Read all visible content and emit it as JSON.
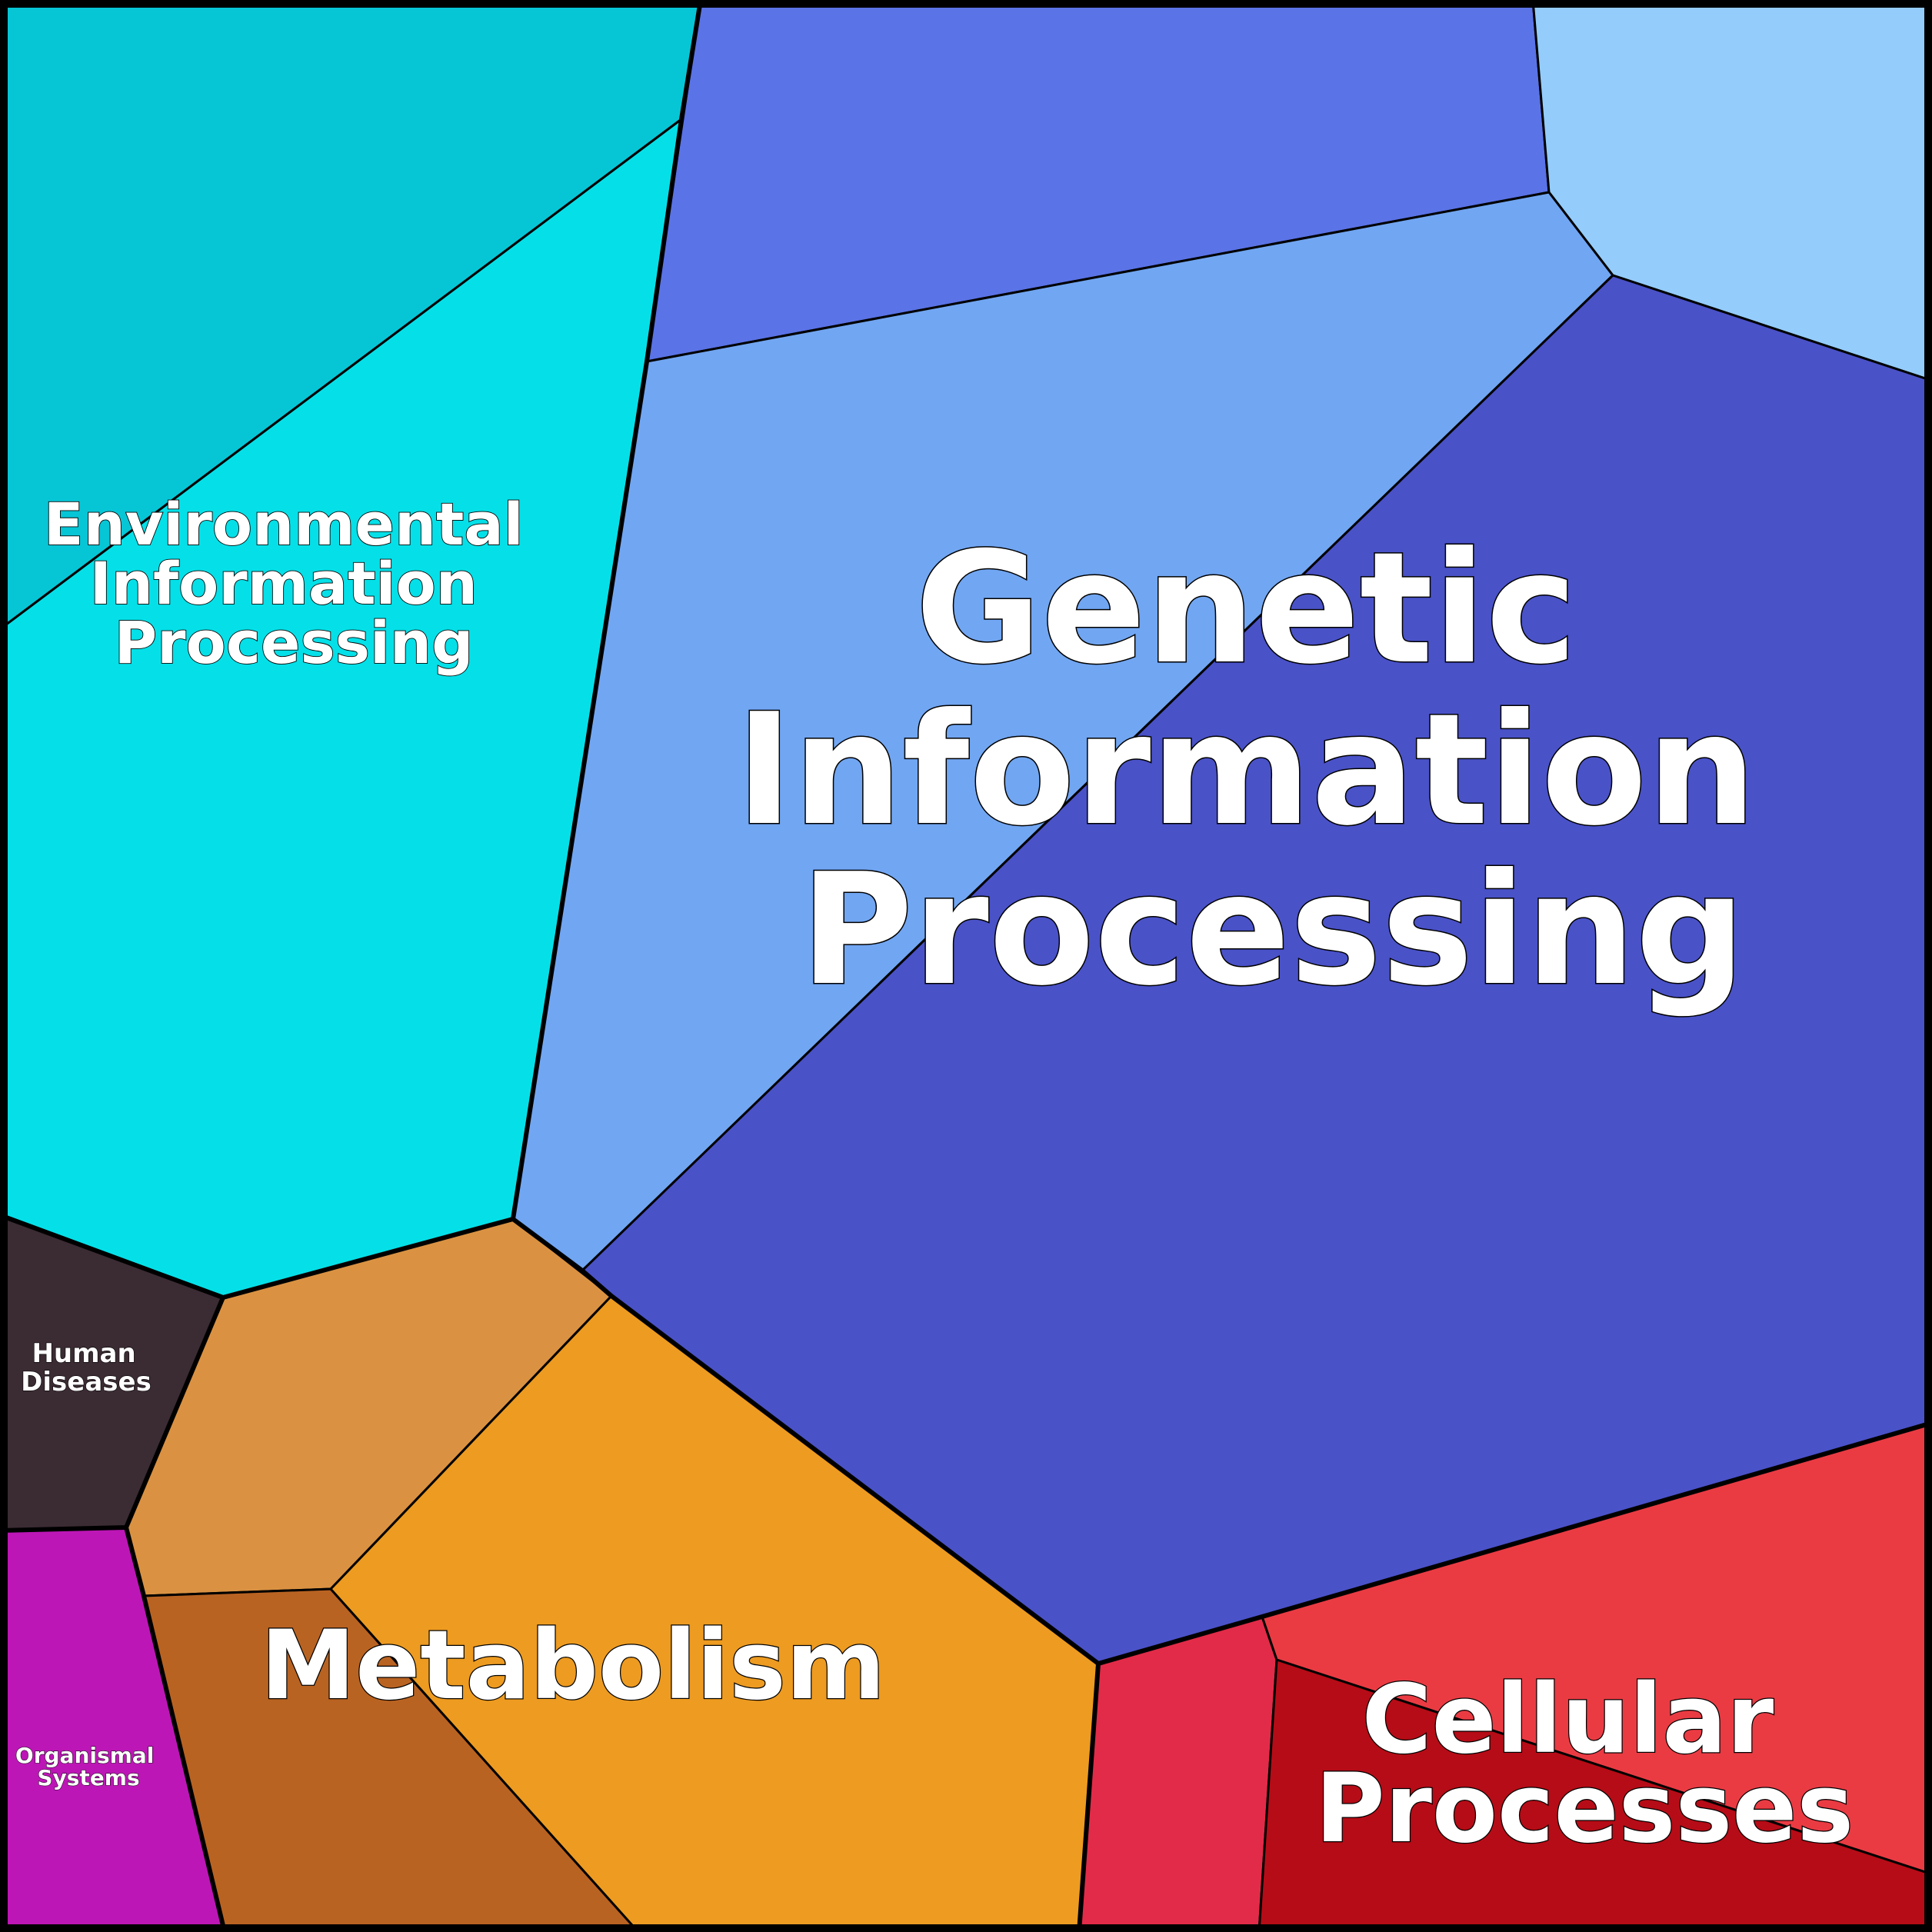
{
  "diagram": {
    "type": "voronoi-treemap",
    "colors": {
      "environmental": "#06C6D6",
      "environmental_light": "#05E0E8",
      "genetic_top": "#5A73E6",
      "genetic_light": "#71A6F2",
      "genetic_pale": "#94CCFC",
      "genetic_main": "#4A52C8",
      "human_diseases": "#3B2B33",
      "organismal_systems": "#BD16B6",
      "metabolism_tan": "#DA9242",
      "metabolism_brown": "#B96322",
      "metabolism_orange": "#ED9B21",
      "cellular_crimson": "#E22B48",
      "cellular_red": "#EA3B43",
      "cellular_dark": "#B60C17",
      "border": "#000000",
      "label_fill": "#FFFFFF"
    },
    "categories": [
      {
        "key": "genetic",
        "lines": [
          "Genetic",
          "Information",
          "Processing"
        ]
      },
      {
        "key": "environmental",
        "lines": [
          "Environmental",
          "Information",
          "Processing"
        ]
      },
      {
        "key": "metabolism",
        "lines": [
          "Metabolism"
        ]
      },
      {
        "key": "cellular",
        "lines": [
          "Cellular",
          "Processes"
        ]
      },
      {
        "key": "human_diseases",
        "lines": [
          "Human",
          "Diseases"
        ]
      },
      {
        "key": "organismal_systems",
        "lines": [
          "Organismal",
          "Systems"
        ]
      }
    ]
  }
}
